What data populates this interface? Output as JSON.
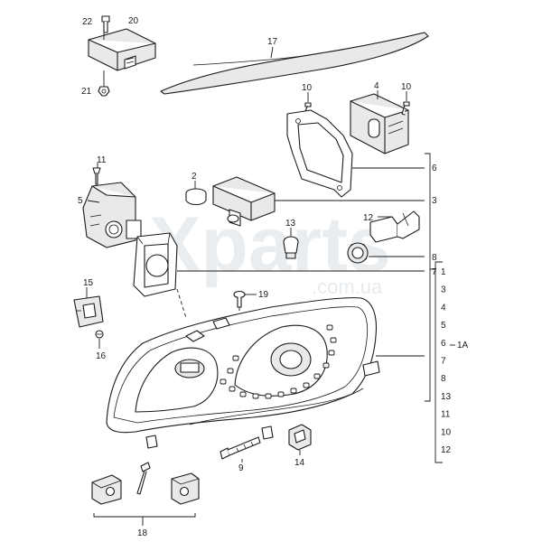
{
  "watermark": {
    "brand": "Xparts",
    "domain": ".com.ua"
  },
  "callouts": {
    "c22": "22",
    "c20": "20",
    "c21": "21",
    "c17": "17",
    "c10a": "10",
    "c4": "4",
    "c10b": "10",
    "c6": "6",
    "c11": "11",
    "c2": "2",
    "c5": "5",
    "c3": "3",
    "c13": "13",
    "c12": "12",
    "c8": "8",
    "c7": "7",
    "c15": "15",
    "c19": "19",
    "c16": "16",
    "c9": "9",
    "c14": "14",
    "c18": "18"
  },
  "assembly": {
    "label": "1A",
    "items": [
      "1",
      "3",
      "4",
      "5",
      "6",
      "7",
      "8",
      "13",
      "11",
      "10",
      "12"
    ]
  }
}
